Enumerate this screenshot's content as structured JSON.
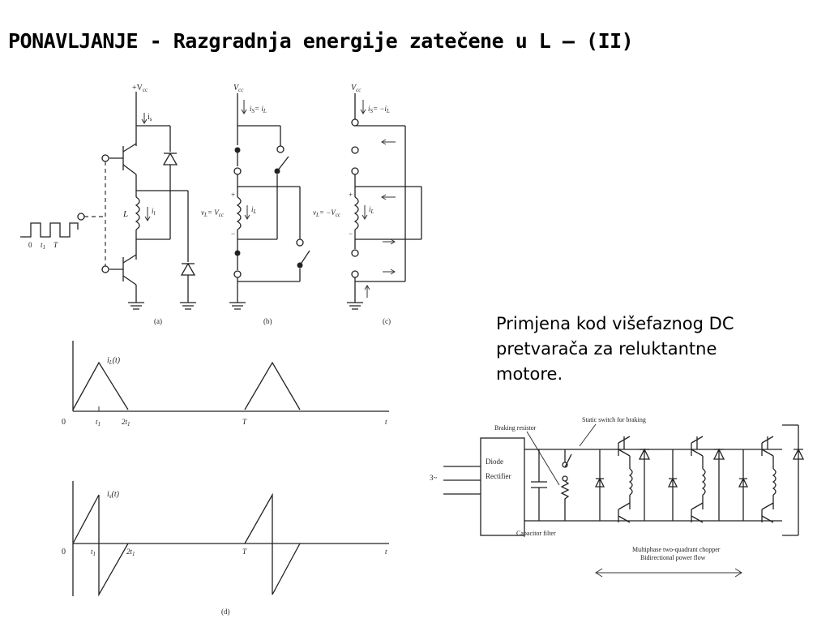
{
  "slide": {
    "title": "PONAVLJANJE - Razgradnja energije zatečene u L – (II)",
    "caption_lines": [
      "Primjena kod višefaznog DC",
      "pretvarača za reluktantne",
      "motore."
    ]
  },
  "circuits": {
    "a": {
      "supply": "+V",
      "supply_sub": "cc",
      "current": "i",
      "current_sub": "s",
      "inductor": "L",
      "inductor_current": "i",
      "inductor_current_sub": "l",
      "pulse_labels": [
        "0",
        "t",
        "T"
      ],
      "pulse_t_sub": "1",
      "caption": "(a)"
    },
    "b": {
      "supply": "V",
      "supply_sub": "cc",
      "current": "i",
      "current_sub": "S",
      "current_rhs": "= i",
      "current_rhs_sub": "L",
      "voltage": "v",
      "voltage_sub": "L",
      "voltage_rhs": "= V",
      "voltage_rhs_sub": "cc",
      "inductor_current": "i",
      "inductor_current_sub": "L",
      "plus": "+",
      "minus": "−",
      "caption": "(b)"
    },
    "c": {
      "supply": "V",
      "supply_sub": "cc",
      "current": "i",
      "current_sub": "S",
      "current_rhs": "= −i",
      "current_rhs_sub": "L",
      "voltage": "v",
      "voltage_sub": "L",
      "voltage_rhs": "= −V",
      "voltage_rhs_sub": "cc",
      "inductor_current": "i",
      "inductor_current_sub": "L",
      "plus": "+",
      "minus": "−",
      "caption": "(c)"
    }
  },
  "waveforms": {
    "iL": {
      "label": "i",
      "label_sub": "L",
      "label_arg": "(t)",
      "x_ticks": [
        {
          "t": "0"
        },
        {
          "t": "t",
          "sub": "1"
        },
        {
          "t": "2t",
          "sub": "1"
        },
        {
          "t": "T"
        },
        {
          "t": "t"
        }
      ]
    },
    "is": {
      "label": "i",
      "label_sub": "s",
      "label_arg": "(t)",
      "x_ticks": [
        {
          "t": "0"
        },
        {
          "t": "t",
          "sub": "1"
        },
        {
          "t": "2t",
          "sub": "1"
        },
        {
          "t": "T"
        },
        {
          "t": "t"
        }
      ]
    },
    "caption": "(d)"
  },
  "converter": {
    "input": "3~",
    "rectifier": [
      "Diode",
      "Rectifier"
    ],
    "braking_resistor": "Braking resistor",
    "static_switch": "Static switch for braking",
    "capacitor_filter": "Capacitor filter",
    "chopper_lines": [
      "Multiphase two-quadrant chopper",
      "Bidirectional power flow"
    ]
  }
}
